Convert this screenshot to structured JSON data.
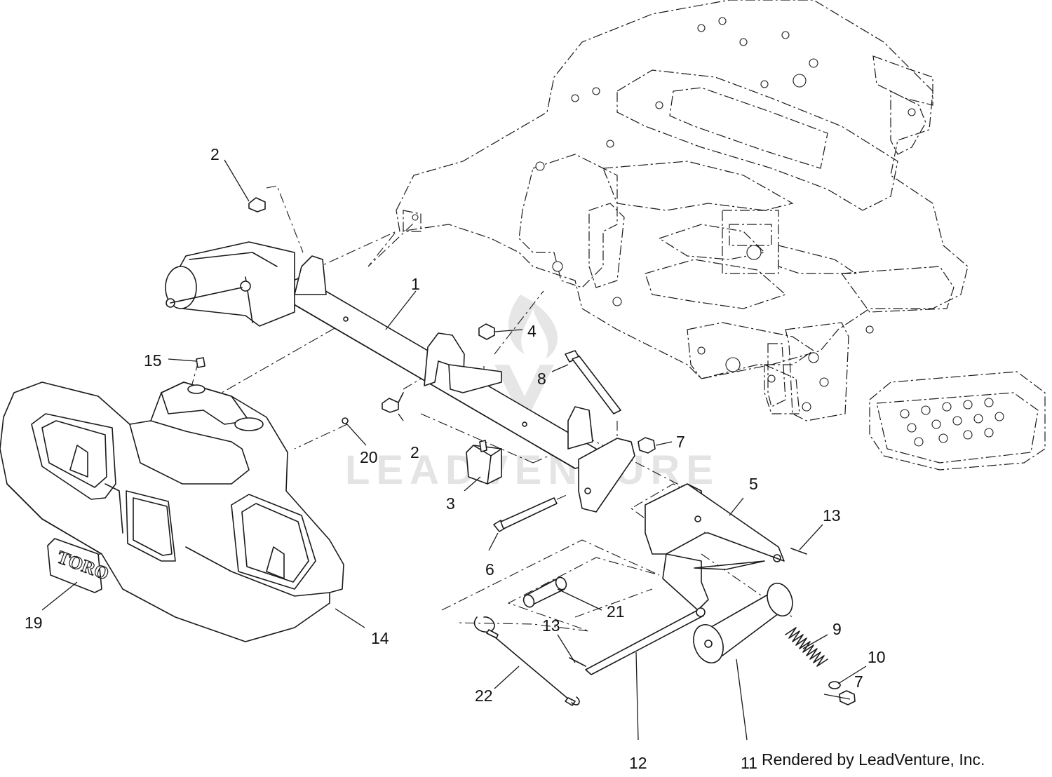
{
  "watermark": {
    "text": "LEADVENTURE"
  },
  "logo": {
    "text": "TORO"
  },
  "credit": "Rendered by LeadVenture, Inc.",
  "callouts": [
    {
      "id": "c1",
      "text": "1"
    },
    {
      "id": "c2a",
      "text": "2"
    },
    {
      "id": "c2b",
      "text": "2"
    },
    {
      "id": "c3",
      "text": "3"
    },
    {
      "id": "c4",
      "text": "4"
    },
    {
      "id": "c5",
      "text": "5"
    },
    {
      "id": "c6",
      "text": "6"
    },
    {
      "id": "c7a",
      "text": "7"
    },
    {
      "id": "c7b",
      "text": "7"
    },
    {
      "id": "c8",
      "text": "8"
    },
    {
      "id": "c9",
      "text": "9"
    },
    {
      "id": "c10",
      "text": "10"
    },
    {
      "id": "c11",
      "text": "11"
    },
    {
      "id": "c12",
      "text": "12"
    },
    {
      "id": "c13a",
      "text": "13"
    },
    {
      "id": "c13b",
      "text": "13"
    },
    {
      "id": "c14",
      "text": "14"
    },
    {
      "id": "c15",
      "text": "15"
    },
    {
      "id": "c19",
      "text": "19"
    },
    {
      "id": "c20",
      "text": "20"
    },
    {
      "id": "c21",
      "text": "21"
    },
    {
      "id": "c22",
      "text": "22"
    }
  ]
}
